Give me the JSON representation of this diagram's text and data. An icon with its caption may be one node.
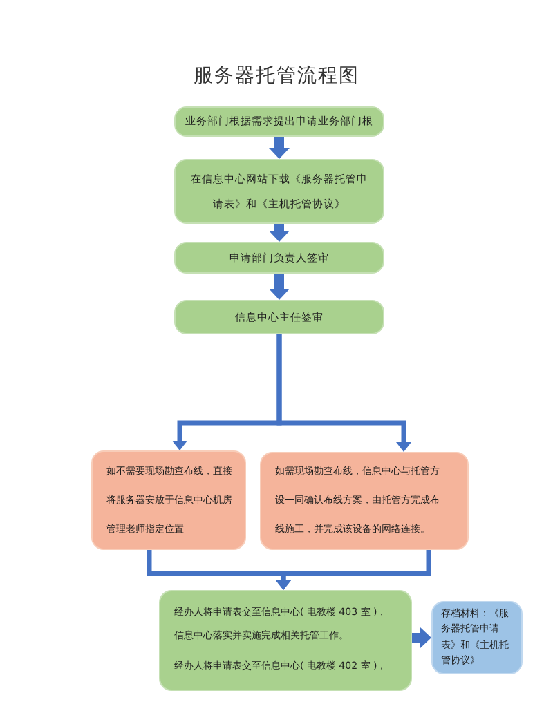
{
  "diagram": {
    "title": "服务器托管流程图",
    "nodes": [
      {
        "text": [
          "业务部门根据需求提出申请业务部门根"
        ]
      },
      {
        "text": [
          "在信息中心网站下载《服务器托管申请表》和《主机托管协议》"
        ]
      },
      {
        "text": [
          "申请部门负责人签审"
        ]
      },
      {
        "text": [
          "信息中心主任签审"
        ]
      },
      {
        "text": [
          "如不需要现场勘查布线，直接将服务器安放于信息中心机房管理老师指定位置"
        ]
      },
      {
        "text": [
          "如需现场勘查布线，信息中心与托管方设一同确认布线方案，由托管方完成布线施工，并完成该设备的网络连接。"
        ]
      },
      {
        "text": [
          "经办人将申请表交至信息中心( 电教楼 403 室 )，",
          "信息中心落实并实施完成相关托管工作。",
          "经办人将申请表交至信息中心( 电教楼 402 室 )，"
        ]
      },
      {
        "text": [
          "存档材料：《服务器托管申请表》和《主机托管协议》"
        ]
      }
    ],
    "edges": [
      {
        "from": 0,
        "to": 1,
        "arrow": "to",
        "style": "thick"
      },
      {
        "from": 1,
        "to": 2,
        "arrow": "to",
        "style": "thick"
      },
      {
        "from": 2,
        "to": 3,
        "arrow": "to",
        "style": "thick"
      },
      {
        "from": 3,
        "to": 4,
        "arrow": "to"
      },
      {
        "from": 3,
        "to": 5,
        "arrow": "to"
      },
      {
        "from": 4,
        "to": 6,
        "arrow": "to"
      },
      {
        "from": 5,
        "to": 6,
        "arrow": "to"
      },
      {
        "from": 6,
        "to": 7,
        "arrow": "to",
        "style": "thick"
      }
    ]
  }
}
